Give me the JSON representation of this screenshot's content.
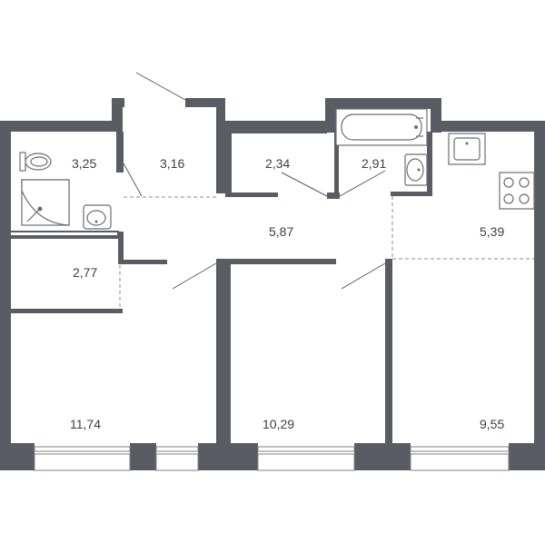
{
  "rooms": {
    "bathroom": "3,25",
    "corridor": "3,16",
    "toilet": "2,34",
    "bath": "2,91",
    "hall": "5,87",
    "kitchen": "5,39",
    "closet": "2,77",
    "bedroom_left": "11,74",
    "bedroom_mid": "10,29",
    "living": "9,55"
  },
  "colors": {
    "wall": "#595c63",
    "background": "#ffffff",
    "text": "#3d3f44"
  },
  "icons": [
    "toilet-icon",
    "shower-icon",
    "sink-icon",
    "bathtub-icon",
    "kitchen-sink-icon",
    "stove-icon"
  ]
}
